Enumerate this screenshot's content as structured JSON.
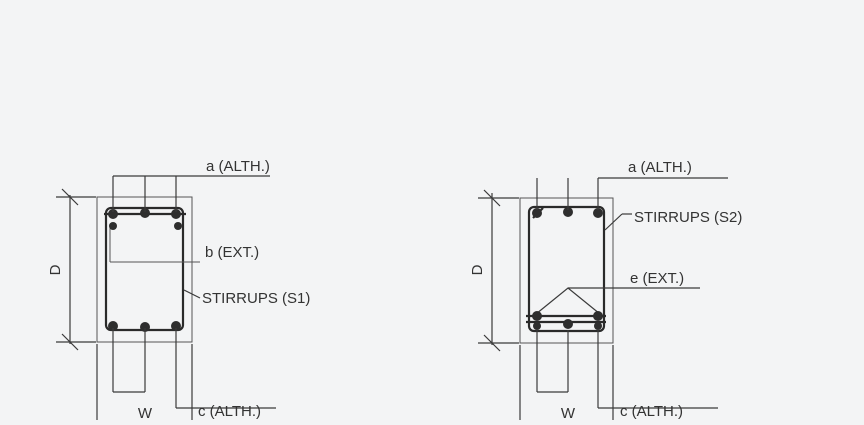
{
  "sections": [
    {
      "id": "s1",
      "depth_label": "D",
      "width_label": "W",
      "labels": {
        "a": "a (ALTH.)",
        "b": "b (EXT.)",
        "stirrups": "STIRRUPS (S1)",
        "c": "c (ALTH.)"
      }
    },
    {
      "id": "s2",
      "depth_label": "D",
      "width_label": "W",
      "labels": {
        "a": "a (ALTH.)",
        "stirrups": "STIRRUPS (S2)",
        "e": "e (EXT.)",
        "c": "c (ALTH.)"
      }
    }
  ]
}
